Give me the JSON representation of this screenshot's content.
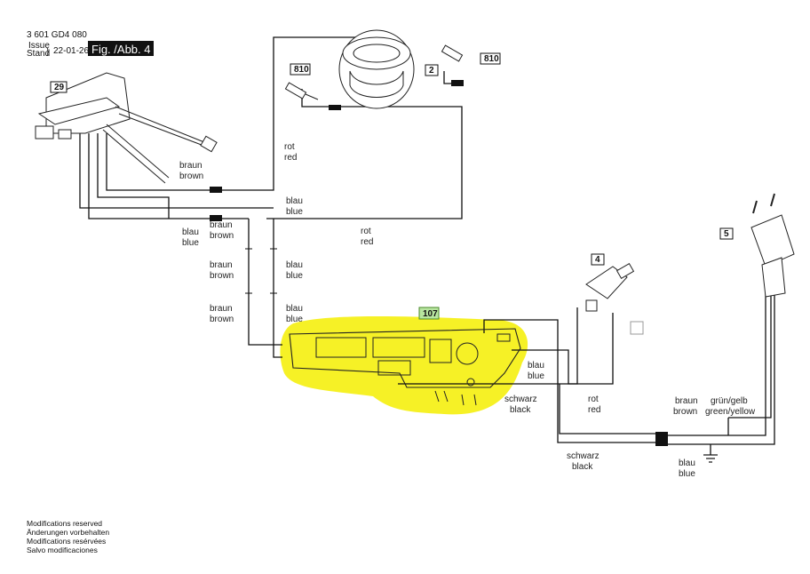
{
  "header": {
    "doc_number": "3 601 GD4 080",
    "issue": "Issue",
    "stand": "Stand",
    "date": "22-01-26",
    "figure": "Fig. /Abb. 4"
  },
  "parts": {
    "p29": "29",
    "p810a": "810",
    "p2": "2",
    "p810b": "810",
    "p5": "5",
    "p4": "4",
    "p107": "107"
  },
  "wire_labels": {
    "rot_red_top": [
      "rot",
      "red"
    ],
    "braun_brown_1": [
      "braun",
      "brown"
    ],
    "blau_blue_1": [
      "blau",
      "blue"
    ],
    "blau_blue_2": [
      "blau",
      "blue"
    ],
    "braun_brown_2": [
      "braun",
      "brown"
    ],
    "rot_red_mid": [
      "rot",
      "red"
    ],
    "braun_brown_3": [
      "braun",
      "brown"
    ],
    "blau_blue_3": [
      "blau",
      "blue"
    ],
    "braun_brown_4": [
      "braun",
      "brown"
    ],
    "blau_blue_4": [
      "blau",
      "blue"
    ],
    "blau_blue_5": [
      "blau",
      "blue"
    ],
    "schwarz_black_1": [
      "schwarz",
      "black"
    ],
    "rot_red_right": [
      "rot",
      "red"
    ],
    "schwarz_black_2": [
      "schwarz",
      "black"
    ],
    "braun_brown_5": [
      "braun",
      "brown"
    ],
    "gruengelb": [
      "grün/gelb",
      "green/yellow"
    ],
    "blau_blue_6": [
      "blau",
      "blue"
    ]
  },
  "notes": [
    "Modifications reserved",
    "Änderungen vorbehalten",
    "Modifications resérvées",
    "Salvo modificaciones"
  ],
  "colors": {
    "highlight": "#f4ee00",
    "part_highlight": "#b8e6a0",
    "figure_badge": "#111111"
  }
}
